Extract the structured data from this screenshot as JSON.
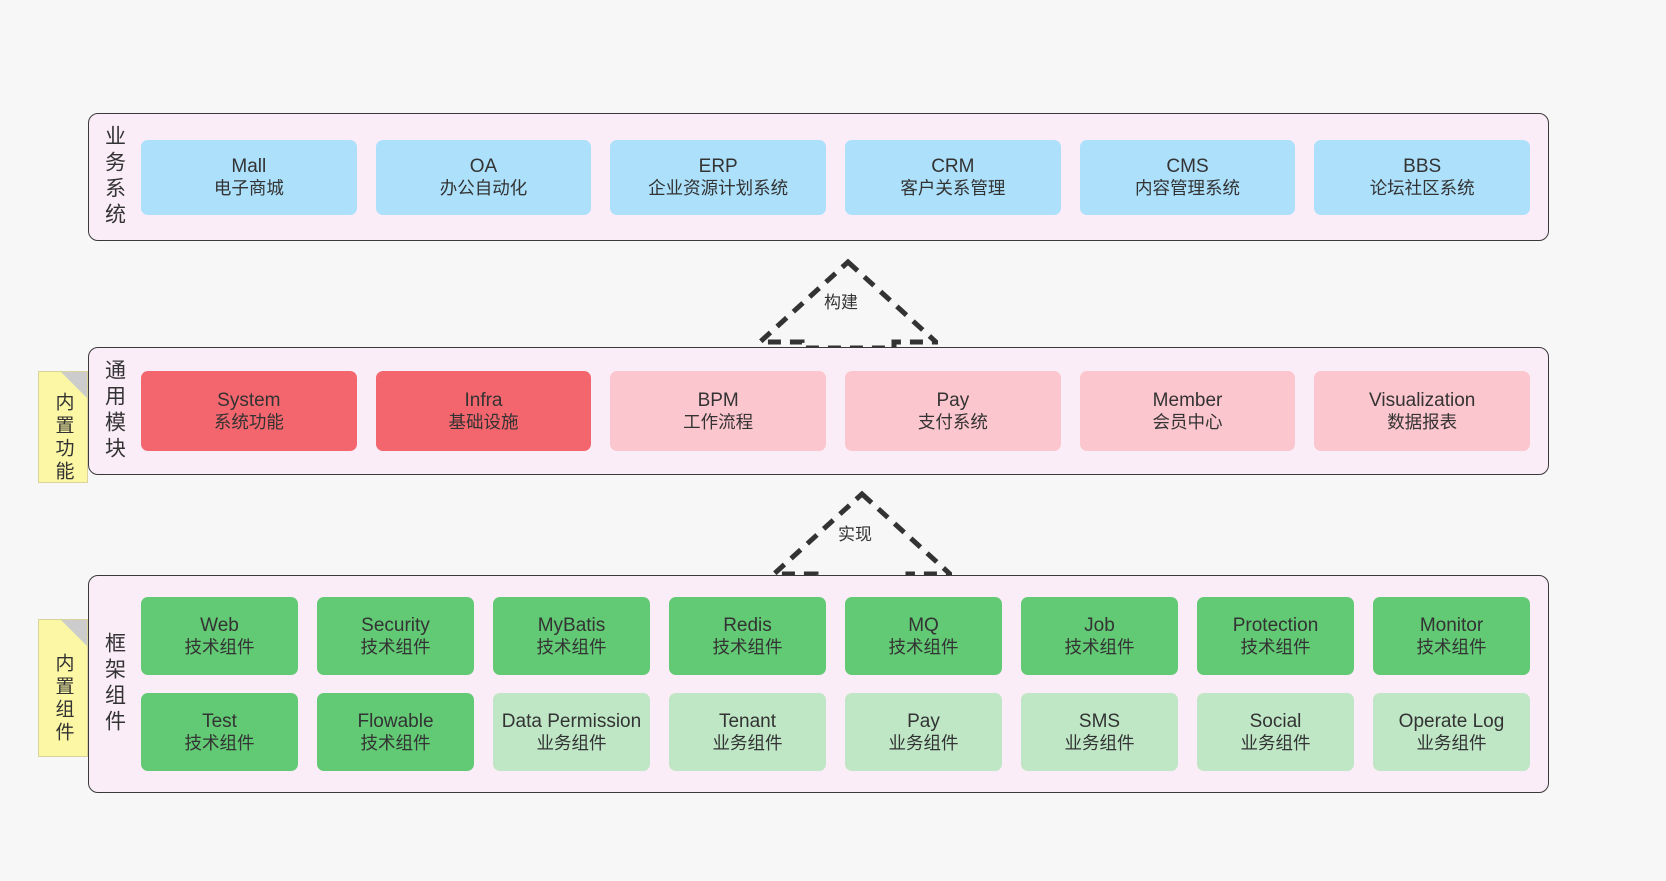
{
  "diagram": {
    "background": "#f7f7f7",
    "panel_bg": "#fbedf7",
    "panel_border": "#3a3a3a",
    "note_bg": "#fbf7a4"
  },
  "layers": [
    {
      "id": "business",
      "title": "业务系统",
      "rows": [
        {
          "cells": [
            {
              "name": "Mall",
              "sub": "电子商城",
              "color": "#ace0fb",
              "style": "c-blue"
            },
            {
              "name": "OA",
              "sub": "办公自动化",
              "color": "#ace0fb",
              "style": "c-blue"
            },
            {
              "name": "ERP",
              "sub": "企业资源计划系统",
              "color": "#ace0fb",
              "style": "c-blue"
            },
            {
              "name": "CRM",
              "sub": "客户关系管理",
              "color": "#ace0fb",
              "style": "c-blue"
            },
            {
              "name": "CMS",
              "sub": "内容管理系统",
              "color": "#ace0fb",
              "style": "c-blue"
            },
            {
              "name": "BBS",
              "sub": "论坛社区系统",
              "color": "#ace0fb",
              "style": "c-blue"
            }
          ]
        }
      ]
    },
    {
      "id": "common",
      "title": "通用模块",
      "note": "内置功能",
      "rows": [
        {
          "cells": [
            {
              "name": "System",
              "sub": "系统功能",
              "color": "#f4666e",
              "style": "c-red"
            },
            {
              "name": "Infra",
              "sub": "基础设施",
              "color": "#f4666e",
              "style": "c-red"
            },
            {
              "name": "BPM",
              "sub": "工作流程",
              "color": "#fcc6ce",
              "style": "c-pink"
            },
            {
              "name": "Pay",
              "sub": "支付系统",
              "color": "#fcc6ce",
              "style": "c-pink"
            },
            {
              "name": "Member",
              "sub": "会员中心",
              "color": "#fcc6ce",
              "style": "c-pink"
            },
            {
              "name": "Visualization",
              "sub": "数据报表",
              "color": "#fcc6ce",
              "style": "c-pink"
            }
          ]
        }
      ]
    },
    {
      "id": "framework",
      "title": "框架组件",
      "note": "内置组件",
      "rows": [
        {
          "cells": [
            {
              "name": "Web",
              "sub": "技术组件",
              "color": "#62c974",
              "style": "c-green"
            },
            {
              "name": "Security",
              "sub": "技术组件",
              "color": "#62c974",
              "style": "c-green"
            },
            {
              "name": "MyBatis",
              "sub": "技术组件",
              "color": "#62c974",
              "style": "c-green"
            },
            {
              "name": "Redis",
              "sub": "技术组件",
              "color": "#62c974",
              "style": "c-green"
            },
            {
              "name": "MQ",
              "sub": "技术组件",
              "color": "#62c974",
              "style": "c-green"
            },
            {
              "name": "Job",
              "sub": "技术组件",
              "color": "#62c974",
              "style": "c-green"
            },
            {
              "name": "Protection",
              "sub": "技术组件",
              "color": "#62c974",
              "style": "c-green"
            },
            {
              "name": "Monitor",
              "sub": "技术组件",
              "color": "#62c974",
              "style": "c-green"
            }
          ]
        },
        {
          "cells": [
            {
              "name": "Test",
              "sub": "技术组件",
              "color": "#62c974",
              "style": "c-green"
            },
            {
              "name": "Flowable",
              "sub": "技术组件",
              "color": "#62c974",
              "style": "c-green"
            },
            {
              "name": "Data Permission",
              "sub": "业务组件",
              "color": "#bfe7c6",
              "style": "c-lightgreen"
            },
            {
              "name": "Tenant",
              "sub": "业务组件",
              "color": "#bfe7c6",
              "style": "c-lightgreen"
            },
            {
              "name": "Pay",
              "sub": "业务组件",
              "color": "#bfe7c6",
              "style": "c-lightgreen"
            },
            {
              "name": "SMS",
              "sub": "业务组件",
              "color": "#bfe7c6",
              "style": "c-lightgreen"
            },
            {
              "name": "Social",
              "sub": "业务组件",
              "color": "#bfe7c6",
              "style": "c-lightgreen"
            },
            {
              "name": "Operate Log",
              "sub": "业务组件",
              "color": "#bfe7c6",
              "style": "c-lightgreen"
            }
          ]
        }
      ]
    }
  ],
  "arrows": [
    {
      "id": "build",
      "label": "构建"
    },
    {
      "id": "implement",
      "label": "实现"
    }
  ]
}
